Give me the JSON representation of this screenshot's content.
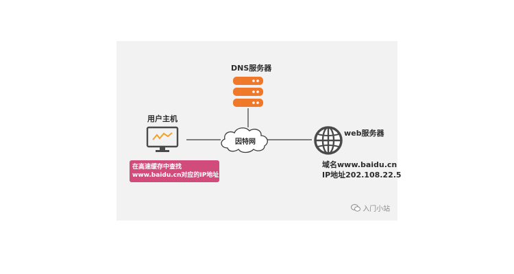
{
  "dns_server": {
    "label": "DNS服务器"
  },
  "host": {
    "label": "用户主机"
  },
  "internet": {
    "label": "因特网"
  },
  "web_server": {
    "label": "web服务器",
    "domain": "域名www.baidu.cn",
    "ip": "IP地址202.108.22.5"
  },
  "cache_note": {
    "line1": "在高速缓存中查找",
    "line2": "www.baidu.cn对应的IP地址"
  },
  "watermark": "入门小站",
  "colors": {
    "server_orange": "#f0782a",
    "note_pink": "#d14b7b",
    "icon_gray": "#4a4a4a",
    "monitor_line": "#f0a12a"
  }
}
